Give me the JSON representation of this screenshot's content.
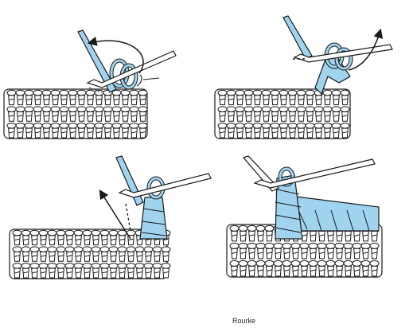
{
  "figure": {
    "caption": "Rourke",
    "colors": {
      "yarn_blue": "#9fd3ee",
      "outline": "#1a1a1a",
      "fabric_fill": "#ffffff"
    },
    "panels": [
      {
        "id": "step-1",
        "arrow": "curved-left-over-hook"
      },
      {
        "id": "step-2",
        "arrow": "curved-right-up"
      },
      {
        "id": "step-3",
        "arrow": "straight-up-left"
      },
      {
        "id": "step-4",
        "arrow": "none"
      }
    ]
  }
}
